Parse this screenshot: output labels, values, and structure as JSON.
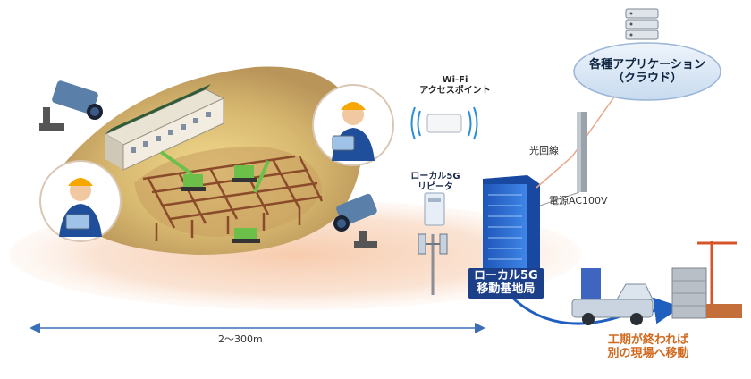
{
  "labels": {
    "wifi_line1": "Wi-Fi",
    "wifi_line2": "アクセスポイント",
    "repeater_line1": "ローカル5G",
    "repeater_line2": "リピータ",
    "cloud_line1": "各種アプリケーション",
    "cloud_line2": "（クラウド）",
    "fiber": "光回線",
    "power": "電源AC100V",
    "base_station_line1": "ローカル5G",
    "base_station_line2": "移動基地局",
    "distance": "2～300m",
    "relocate_line1": "工期が終われば",
    "relocate_line2": "別の現場へ移動"
  },
  "colors": {
    "ground_glow": "#f8d7c2",
    "site_soil": "#c8a56a",
    "steel_frame": "#8a4b2a",
    "excavator": "#6cc04a",
    "base_station": "#2b6fd6",
    "cloud_fill": "#dbe8f6",
    "fiber_line": "#e8a88a",
    "arrow_blue": "#1f5fbf",
    "relocate_text": "#d2691e"
  },
  "icons": [
    "security-camera-icon",
    "worker-with-tablet-icon",
    "wifi-access-point-icon",
    "repeater-icon",
    "server-rack-icon",
    "antenna-pole-icon",
    "truck-icon",
    "crane-icon"
  ]
}
